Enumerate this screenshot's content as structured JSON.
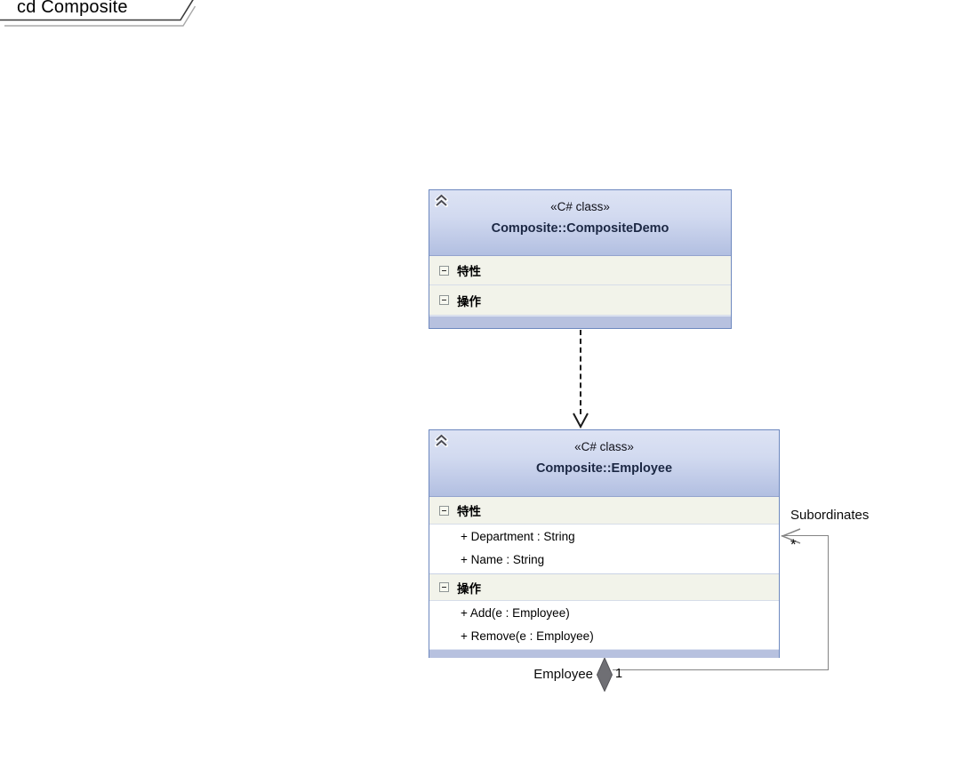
{
  "frame": {
    "label": "cd Composite"
  },
  "classes": [
    {
      "stereotype": "«C# class»",
      "name": "Composite::CompositeDemo",
      "sections": [
        {
          "label": "特性",
          "members": []
        },
        {
          "label": "操作",
          "members": []
        }
      ]
    },
    {
      "stereotype": "«C# class»",
      "name": "Composite::Employee",
      "sections": [
        {
          "label": "特性",
          "members": [
            "+ Department : String",
            "+ Name : String"
          ]
        },
        {
          "label": "操作",
          "members": [
            "+ Add(e : Employee)",
            "+ Remove(e : Employee)"
          ]
        }
      ]
    }
  ],
  "connectors": {
    "dependency": {
      "style": "dashed-open-arrow"
    },
    "self_association": {
      "name": "Subordinates",
      "target_multiplicity": "*",
      "source_role": "Employee",
      "source_multiplicity": "1",
      "aggregation": "composite-diamond"
    }
  },
  "icons": {
    "collapse": "chevron-double-up-icon",
    "section_toggle": "minus-box-icon"
  },
  "colors": {
    "box_border": "#6d88bf",
    "header_top": "#dde3f4",
    "header_bottom": "#b2bfe1",
    "section_bg": "#f2f3ea",
    "strip_bg": "#b7c1df",
    "title_color": "#1b2743",
    "connector_gray": "#848484",
    "dep_color": "#1b1b1b",
    "diamond_fill": "#6f6f74"
  }
}
